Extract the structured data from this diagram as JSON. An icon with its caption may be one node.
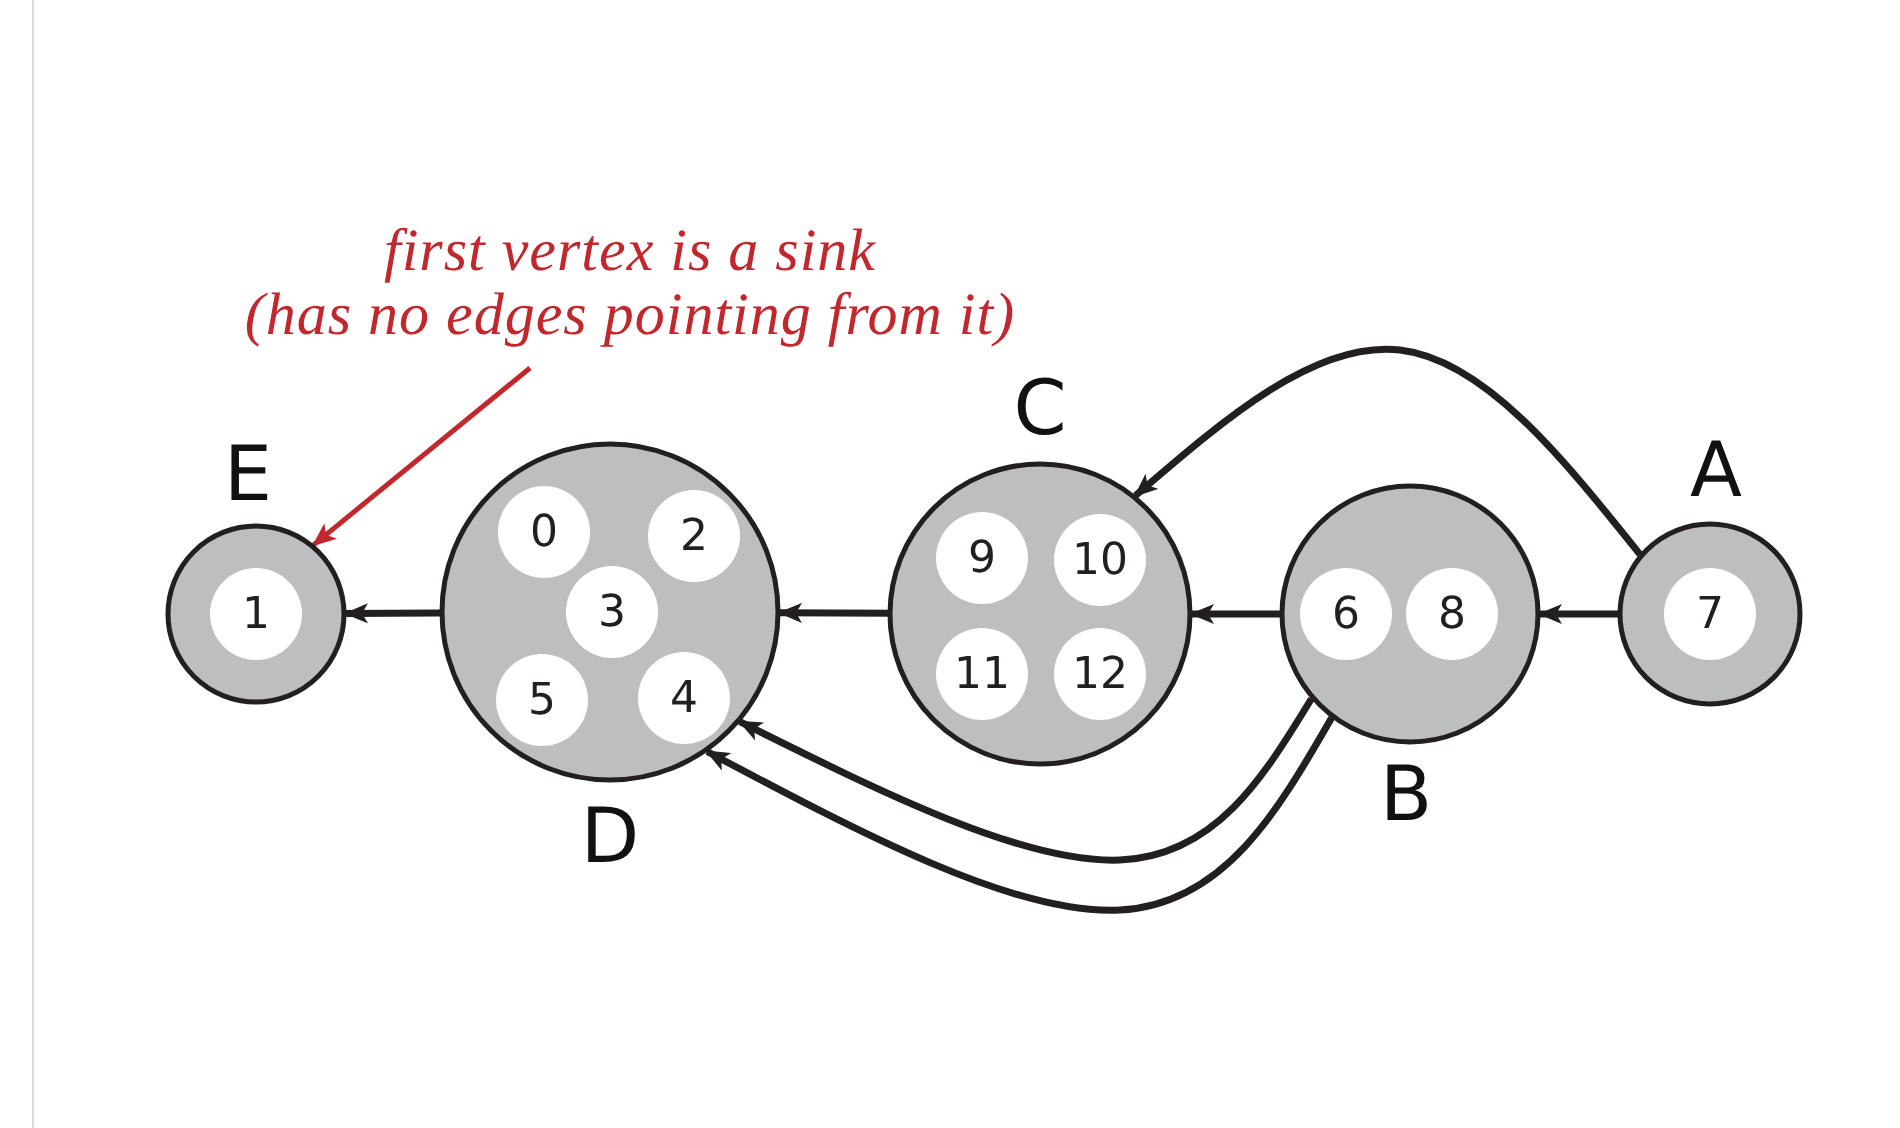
{
  "diagram": {
    "nodes": [
      {
        "text": [
          "first vertex is a sink",
          "(has no edges pointing from it)"
        ]
      },
      {
        "text": [
          "E"
        ]
      },
      {
        "text": [
          "1"
        ],
        "in": 1
      },
      {
        "text": [
          "D"
        ]
      },
      {
        "text": [
          "0"
        ],
        "in": 3
      },
      {
        "text": [
          "2"
        ],
        "in": 3
      },
      {
        "text": [
          "3"
        ],
        "in": 3
      },
      {
        "text": [
          "5"
        ],
        "in": 3
      },
      {
        "text": [
          "4"
        ],
        "in": 3
      },
      {
        "text": [
          "C"
        ]
      },
      {
        "text": [
          "9"
        ],
        "in": 9
      },
      {
        "text": [
          "10"
        ],
        "in": 9
      },
      {
        "text": [
          "11"
        ],
        "in": 9
      },
      {
        "text": [
          "12"
        ],
        "in": 9
      },
      {
        "text": [
          "B"
        ]
      },
      {
        "text": [
          "6"
        ],
        "in": 14
      },
      {
        "text": [
          "8"
        ],
        "in": 14
      },
      {
        "text": [
          "A"
        ]
      },
      {
        "text": [
          "7"
        ],
        "in": 17
      }
    ],
    "edges": [
      {
        "from": 0,
        "to": 1,
        "arrow": "to",
        "color": "#c1272d"
      },
      {
        "from": 3,
        "to": 1,
        "arrow": "to"
      },
      {
        "from": 9,
        "to": 3,
        "arrow": "to"
      },
      {
        "from": 14,
        "to": 9,
        "arrow": "to"
      },
      {
        "from": 17,
        "to": 14,
        "arrow": "to"
      },
      {
        "from": 17,
        "to": 9,
        "arrow": "to"
      },
      {
        "from": 14,
        "to": 3,
        "arrow": "to"
      },
      {
        "from": 14,
        "to": 3,
        "arrow": "to"
      }
    ]
  }
}
